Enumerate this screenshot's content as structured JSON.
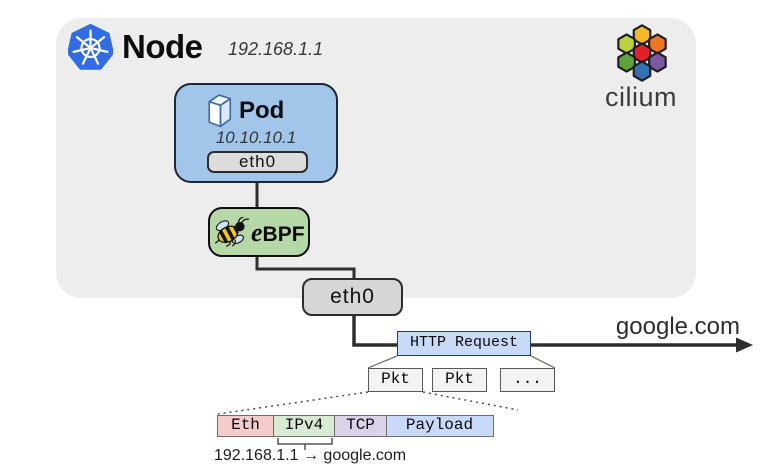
{
  "node": {
    "title": "Node",
    "ip": "192.168.1.1"
  },
  "cilium": {
    "label": "cilium"
  },
  "pod": {
    "title": "Pod",
    "ip": "10.10.10.1",
    "interface_label": "eth0"
  },
  "ebpf": {
    "label": "eBPF"
  },
  "host": {
    "interface_label": "eth0"
  },
  "flow": {
    "http_label": "HTTP Request",
    "destination_label": "google.com",
    "packets": [
      "Pkt",
      "Pkt",
      "..."
    ]
  },
  "packet_detail": {
    "layers": [
      {
        "label": "Eth",
        "fill": "#f4cccc"
      },
      {
        "label": "IPv4",
        "fill": "#d9ead3"
      },
      {
        "label": "TCP",
        "fill": "#d9d2e9"
      },
      {
        "label": "Payload",
        "fill": "#c9daf8"
      }
    ],
    "caption": "192.168.1.1 → google.com"
  },
  "icons": {
    "kubernetes": "kubernetes-logo-icon (blue heptagon with white ship wheel)",
    "cilium": "cilium-logo-icon (7 colored hexagons)",
    "pod_cube": "pod-cube-icon (3D box)",
    "ebpf_bee": "ebpf-bee-icon (bee)",
    "flow_arrow": "flow-arrow-icon (right arrow to destination)"
  },
  "colors": {
    "node_bg": "#ededed",
    "pod_fill": "#a2c5ea",
    "pod_border": "#1c2636",
    "ebpf_fill": "#b6d7a8",
    "interface_fill": "#d9d9d9",
    "http_fill": "#c9daf8",
    "http_border": "#1f3c70",
    "pkt_fill": "#f3f3f3",
    "kubernetes_blue": "#326ce5",
    "connector": "#2e2e2e",
    "cilium_hexagons": [
      "#f4b826",
      "#bcd041",
      "#ec7624",
      "#e12029",
      "#5fa33e",
      "#7a58a3",
      "#3371b4"
    ]
  }
}
